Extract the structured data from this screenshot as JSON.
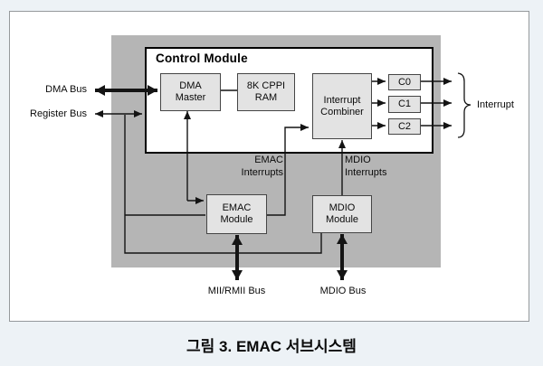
{
  "figure": {
    "caption": "그림 3. EMAC 서브시스템"
  },
  "diagram": {
    "control_module_title": "Control Module",
    "nodes": {
      "dma_master": "DMA\nMaster",
      "cppi_ram": "8K CPPI\nRAM",
      "interrupt_combiner": "Interrupt\nCombiner",
      "c0": "C0",
      "c1": "C1",
      "c2": "C2",
      "emac_module": "EMAC\nModule",
      "mdio_module": "MDIO\nModule"
    },
    "labels": {
      "dma_bus": "DMA Bus",
      "register_bus": "Register Bus",
      "emac_interrupts": "EMAC\nInterrupts",
      "mdio_interrupts": "MDIO\nInterrupts",
      "interrupt_out": "Interrupt",
      "mii_rmii_bus": "MII/RMII Bus",
      "mdio_bus": "MDIO Bus"
    },
    "colors": {
      "page_background": "#edf2f6",
      "module_area": "#b5b5b5",
      "node_fill": "#e3e3e3",
      "node_border": "#454545",
      "control_box_border": "#000000",
      "line": "#141414",
      "frame_border": "#95999c"
    }
  }
}
